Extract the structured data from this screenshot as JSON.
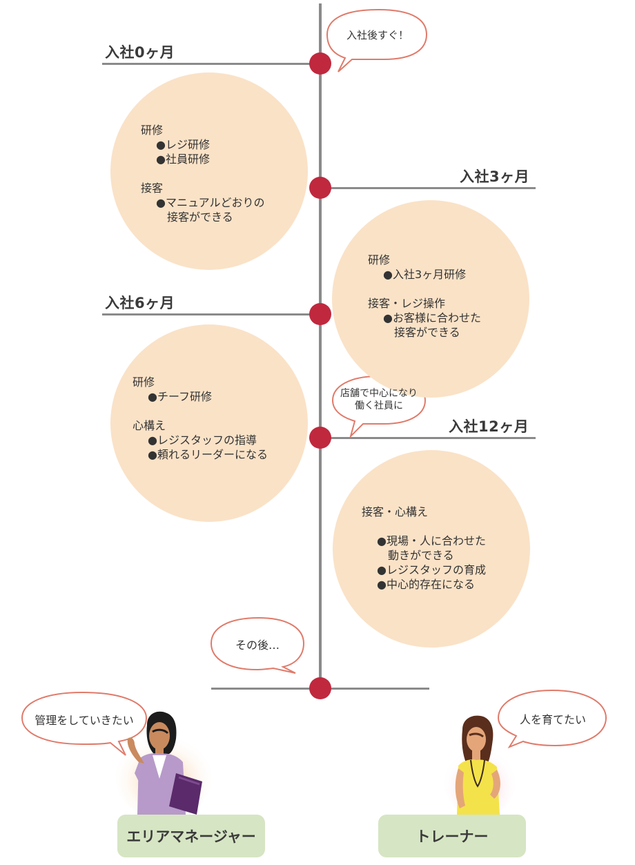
{
  "milestones": {
    "m0": "入社0ヶ月",
    "m3": "入社3ヶ月",
    "m6": "入社6ヶ月",
    "m12": "入社12ヶ月"
  },
  "bubbles": {
    "right_after": "入社後すぐ！",
    "core_line1": "店舗で中心になり",
    "core_line2": "働く社員に",
    "afterwards": "その後…",
    "manage": "管理をしていきたい",
    "raise": "人を育てたい"
  },
  "circles": {
    "c0": {
      "head1": "研修",
      "items1": [
        "●レジ研修",
        "●社員研修"
      ],
      "head2": "接客",
      "item2_line1": "●マニュアルどおりの",
      "item2_line2": "接客ができる"
    },
    "c3": {
      "head1": "研修",
      "items1": [
        "●入社3ヶ月研修"
      ],
      "head2": "接客・レジ操作",
      "item2_line1": "●お客様に合わせた",
      "item2_line2": "接客ができる"
    },
    "c6": {
      "head1": "研修",
      "items1": [
        "●チーフ研修"
      ],
      "head2": "心構え",
      "items2": [
        "●レジスタッフの指導",
        "●頼れるリーダーになる"
      ]
    },
    "c12": {
      "head1": "接客・心構え",
      "item_a_line1": "●現場・人に合わせた",
      "item_a_line2": "動きができる",
      "items": [
        "●レジスタッフの育成",
        "●中心的存在になる"
      ]
    }
  },
  "roles": {
    "area_manager": "エリアマネージャー",
    "trainer": "トレーナー"
  },
  "colors": {
    "line": "#8a8a8a",
    "node": "#c0283e",
    "circle": "#fae2c7",
    "bubble_stroke": "#e07a6a",
    "role_box": "#d6e5c3"
  }
}
